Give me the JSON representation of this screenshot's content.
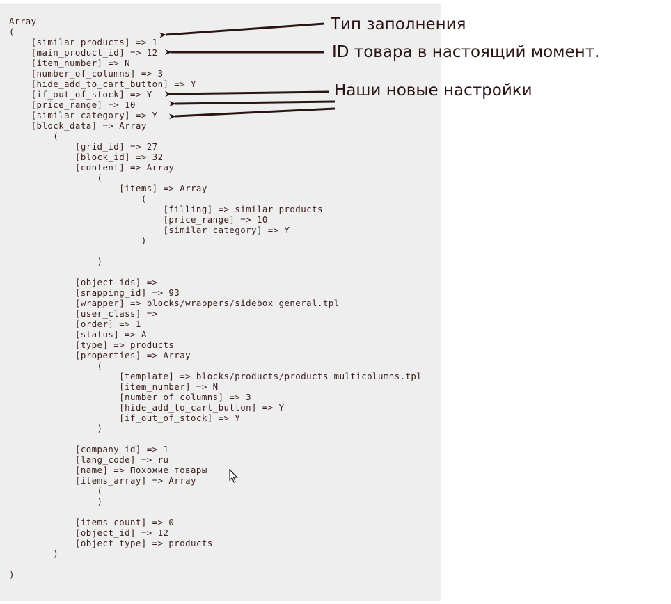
{
  "code_lines": [
    "Array",
    "(",
    "    [similar_products] => 1",
    "    [main_product_id] => 12",
    "    [item_number] => N",
    "    [number_of_columns] => 3",
    "    [hide_add_to_cart_button] => Y",
    "    [if_out_of_stock] => Y",
    "    [price_range] => 10",
    "    [similar_category] => Y",
    "    [block_data] => Array",
    "        (",
    "            [grid_id] => 27",
    "            [block_id] => 32",
    "            [content] => Array",
    "                (",
    "                    [items] => Array",
    "                        (",
    "                            [filling] => similar_products",
    "                            [price_range] => 10",
    "                            [similar_category] => Y",
    "                        )",
    "",
    "                )",
    "",
    "            [object_ids] => ",
    "            [snapping_id] => 93",
    "            [wrapper] => blocks/wrappers/sidebox_general.tpl",
    "            [user_class] => ",
    "            [order] => 1",
    "            [status] => A",
    "            [type] => products",
    "            [properties] => Array",
    "                (",
    "                    [template] => blocks/products/products_multicolumns.tpl",
    "                    [item_number] => N",
    "                    [number_of_columns] => 3",
    "                    [hide_add_to_cart_button] => Y",
    "                    [if_out_of_stock] => Y",
    "                )",
    "",
    "            [company_id] => 1",
    "            [lang_code] => ru",
    "            [name] => Похожие товары",
    "            [items_array] => Array",
    "                (",
    "                )",
    "",
    "            [items_count] => 0",
    "            [object_id] => 12",
    "            [object_type] => products",
    "        )",
    "",
    ")"
  ],
  "annotations": {
    "fill_type": "Тип заполнения",
    "product_id": "ID товара в настоящий момент.",
    "new_settings": "Наши новые настройки"
  },
  "colors": {
    "arrow": "#2a1414",
    "panel": "#eeeeee",
    "text": "#3a1e1a"
  }
}
